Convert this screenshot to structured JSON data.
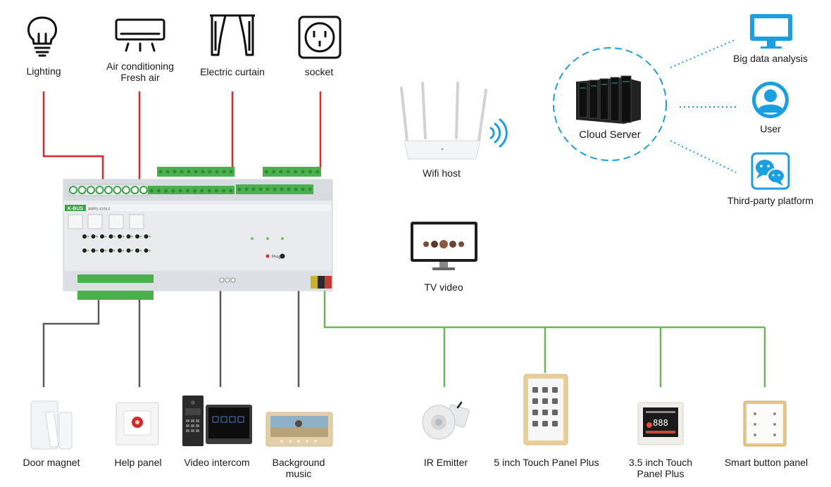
{
  "top_devices": {
    "lighting": "Lighting",
    "ac_line1": "Air conditioning",
    "ac_line2": "Fresh air",
    "curtain": "Electric curtain",
    "socket": "socket"
  },
  "network": {
    "wifi_host": "Wifi host",
    "tv_video": "TV video",
    "cloud_server": "Cloud Server",
    "big_data": "Big data analysis",
    "user": "User",
    "third_party": "Third-party platform"
  },
  "controller": {
    "brand": "K-BUS",
    "model": "AMRS-4106.0",
    "prog_label": "Prog"
  },
  "bottom_left_devices": {
    "door_magnet": "Door magnet",
    "help_panel": "Help panel",
    "video_intercom": "Video intercom",
    "bg_music_line1": "Background",
    "bg_music_line2": "music"
  },
  "bottom_right_devices": {
    "ir_emitter": "IR Emitter",
    "touch5": "5 inch Touch Panel Plus",
    "touch35_line1": "3.5 inch Touch",
    "touch35_line2": "Panel Plus",
    "smart_button": "Smart button panel"
  },
  "colors": {
    "red_line": "#e0262b",
    "green_line": "#6db35a",
    "gray_line": "#5a5a5a",
    "cyan": "#1a9fe0",
    "terminal_green": "#49b04c"
  }
}
